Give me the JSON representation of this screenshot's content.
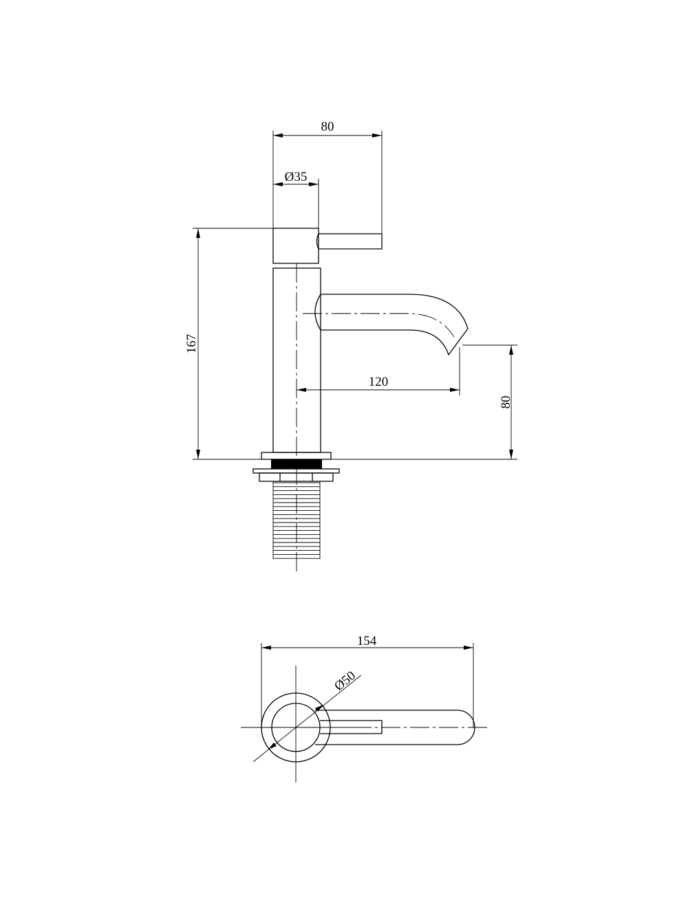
{
  "drawing": {
    "side_view": {
      "dim_handle_reach": "80",
      "dim_body_diameter": "Ø35",
      "dim_height": "167",
      "dim_spout_reach": "120",
      "dim_spout_height": "80"
    },
    "top_view": {
      "dim_total_length": "154",
      "dim_base_diameter": "Ø50"
    }
  }
}
